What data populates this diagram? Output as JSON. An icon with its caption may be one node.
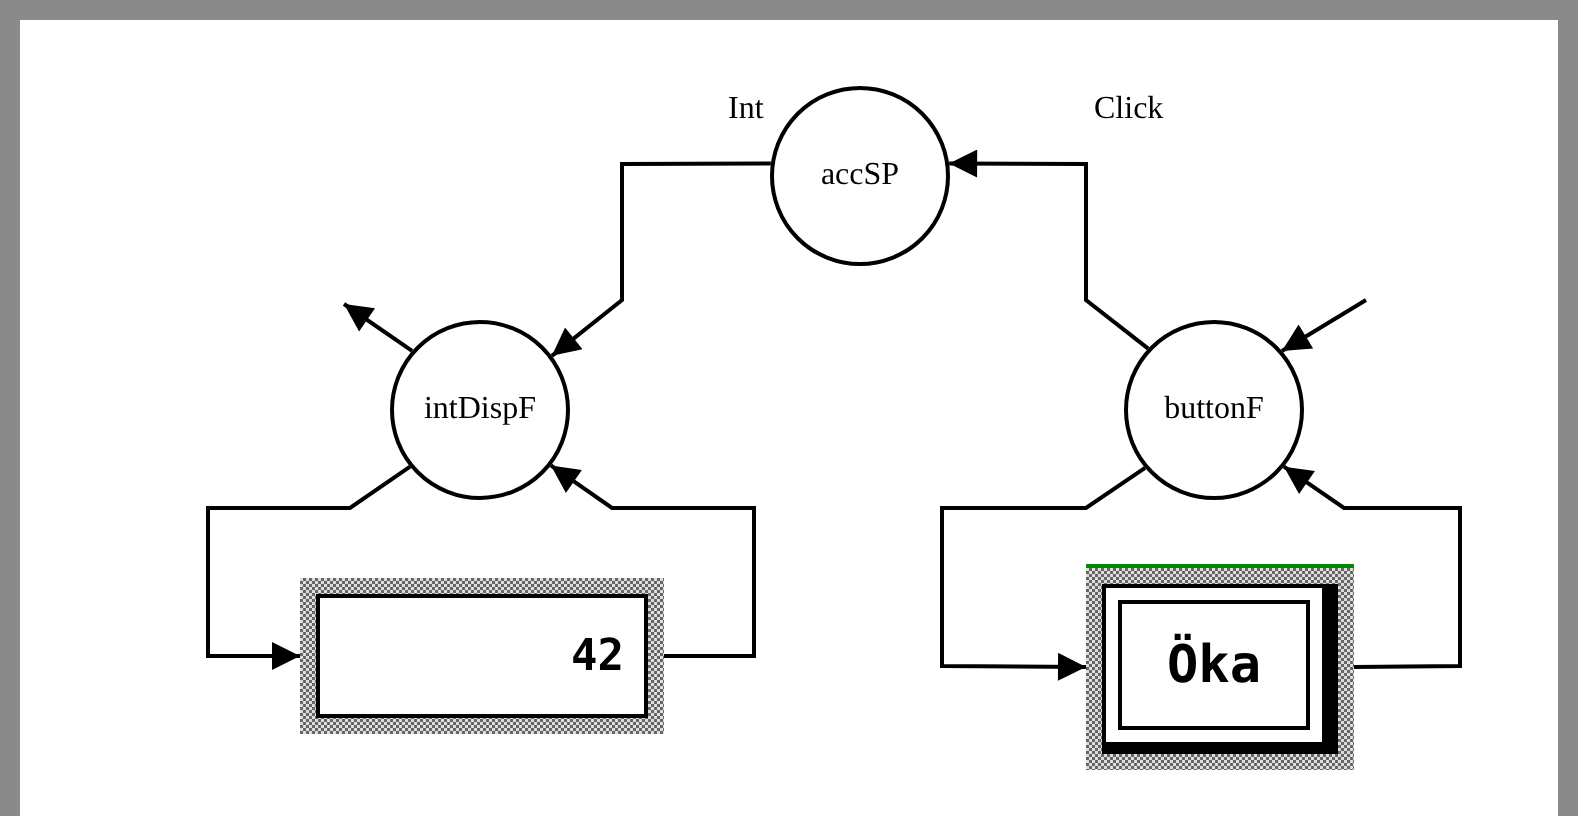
{
  "diagram": {
    "nodes": [
      {
        "text": [
          "accSP"
        ]
      },
      {
        "text": [
          "intDispF"
        ]
      },
      {
        "text": [
          "buttonF"
        ]
      },
      {
        "text": [
          "42"
        ]
      },
      {
        "text": [
          "Öka"
        ]
      }
    ],
    "edges": [
      {
        "from": 0,
        "to": 1,
        "arrow": "to",
        "label": "Int"
      },
      {
        "from": 2,
        "to": 0,
        "arrow": "to",
        "label": "Click"
      },
      {
        "from": 1,
        "to": null,
        "arrow": "to"
      },
      {
        "from": null,
        "to": 2,
        "arrow": "to"
      },
      {
        "from": 1,
        "to": 3,
        "arrow": "to"
      },
      {
        "from": 3,
        "to": 1,
        "arrow": "to"
      },
      {
        "from": 2,
        "to": 4,
        "arrow": "to"
      },
      {
        "from": 4,
        "to": 2,
        "arrow": "to"
      }
    ]
  }
}
